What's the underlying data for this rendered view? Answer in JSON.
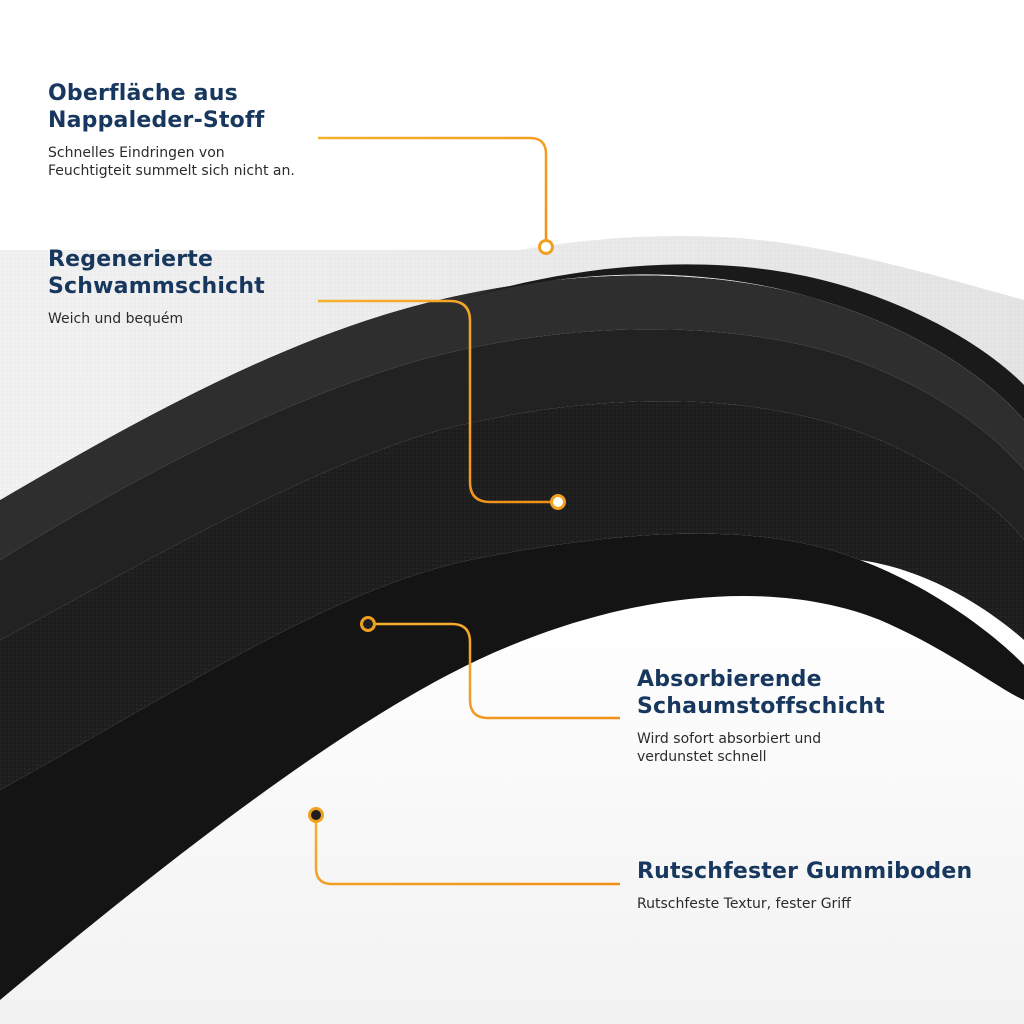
{
  "colors": {
    "heading": "#17375e",
    "body_text": "#2b2b2b",
    "leader_line": "#f0a020",
    "top_layer": "#eeeeee",
    "foam_layers": "#1f1f1f"
  },
  "callouts": [
    {
      "title_line1": "Oberfläche aus",
      "title_line2": "Nappaleder-Stoff",
      "description": "Schnelles Eindringen von Feuchtigteit summelt sich nicht an."
    },
    {
      "title_line1": "Regenerierte",
      "title_line2": "Schwammschicht",
      "description": "Weich und bequém"
    },
    {
      "title_line1": "Absorbierende",
      "title_line2": "Schaumstoffschicht",
      "description": "Wird sofort absorbiert und verdunstet schnell"
    },
    {
      "title_line1": "Rutschfester Gummiboden",
      "title_line2": "",
      "description": "Rutschfeste Textur, fester Griff"
    }
  ]
}
